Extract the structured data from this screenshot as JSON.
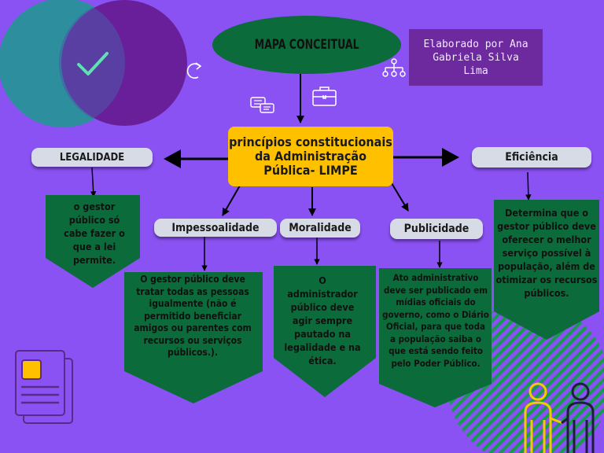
{
  "title": "MAPA CONCEITUAL",
  "credit": "Elaborado por Ana\nGabriela Silva\nLima",
  "center": "princípios constitucionais da Administração Pública- LIMPE",
  "branches": [
    {
      "label": "LEGALIDADE",
      "text": "o gestor público só cabe fazer o que a lei permite."
    },
    {
      "label": "Impessoalidade",
      "text": "O gestor público deve tratar todas as pessoas igualmente (não é permitido beneficiar amigos ou parentes com recursos ou serviços públicos.)."
    },
    {
      "label": "Moralidade",
      "text": "O administrador público deve agir sempre pautado na legalidade e na ética."
    },
    {
      "label": "Publicidade",
      "text": "Ato administrativo deve ser publicado em mídias oficiais do governo, como o Diário Oficial, para que toda a população saiba o que está sendo feito pelo Poder Público."
    },
    {
      "label": "Eficiência",
      "text": "Determina que o gestor público deve oferecer o melhor serviço possível à população, além de otimizar os recursos públicos."
    }
  ],
  "colors": {
    "background": "#8a52f2",
    "green": "#0c6b3a",
    "yellow": "#ffc000",
    "pill": "#d6dbe6",
    "credit_box": "#6c2a9e",
    "teal_circle": "#2d8f9e",
    "purple_circle": "#6a1f9a"
  },
  "icons": [
    "check-icon",
    "refresh-icon",
    "org-chart-icon",
    "chat-bubbles-icon",
    "briefcase-icon",
    "document-icon",
    "people-icon"
  ]
}
